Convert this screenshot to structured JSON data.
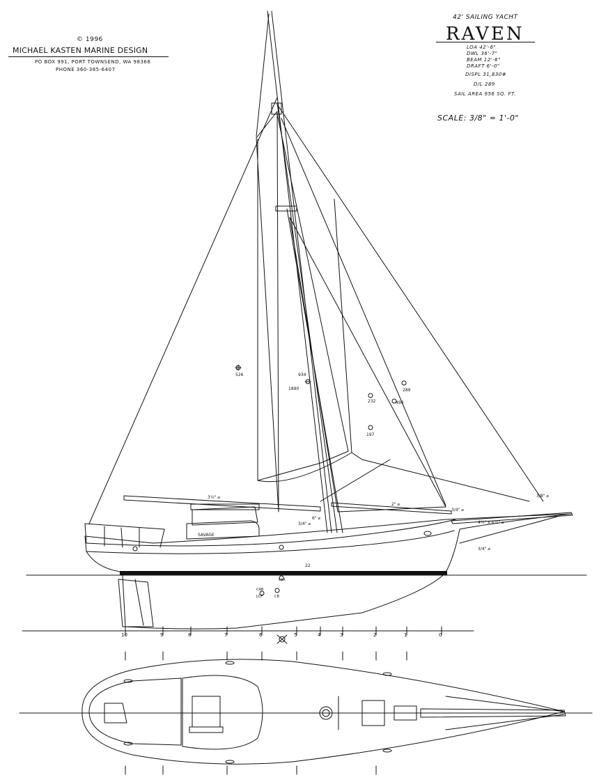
{
  "designer_block": {
    "copyright": "© 1996",
    "firm": "MICHAEL KASTEN MARINE DESIGN",
    "address": "PO BOX 991, PORT TOWNSEND, WA 98368",
    "phone": "PHONE   360-385-6407"
  },
  "title_block": {
    "subtitle": "42' SAILING YACHT",
    "name": "RAVEN",
    "specs": [
      "LOA 42'-6\"",
      "DWL 36'-7\"",
      "BEAM 12'-6\"",
      "DRAFT 6'-0\""
    ],
    "displacement": "DISPL 31,830#",
    "dl_ratio": "D/L 289",
    "sail_area": "SAIL AREA 956 SQ. FT.",
    "scale": "SCALE: 3/8\" = 1'-0\""
  },
  "annotations": {
    "center_526": "526",
    "center_934": "934",
    "center_1890": "1890",
    "center_232": "232",
    "center_289": "289",
    "center_490": "490",
    "center_197": "197",
    "boom_main": "3¼\" ⌀",
    "boom_jib": "2\" ⌀",
    "mast_dia": "6\" ⌀",
    "fitting_a": "3/4\" ⌀",
    "fitting_b": "3/4\" ⌀",
    "forestay": "3/8\" ⌀",
    "bowsprit": "4½\" x 6½\" ⌀",
    "bobstay": "3/4\" ⌀",
    "cab": "CAB",
    "clr": "CLR",
    "cb": "CB",
    "lcf": "LCF",
    "dwl_mark": "22",
    "sailboat_name": "SAVAGE"
  },
  "stations": [
    "10",
    "9",
    "8",
    "7",
    "6",
    "5",
    "4",
    "3",
    "2",
    "1",
    "0"
  ]
}
